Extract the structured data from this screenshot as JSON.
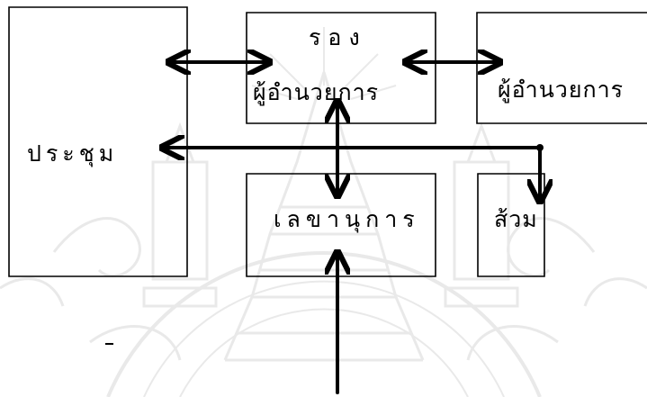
{
  "diagram": {
    "boxes": {
      "meeting": {
        "label": "ประชุม"
      },
      "deputy_director": {
        "label_line1": "รอง",
        "label_line2": "ผู้อำนวยการ"
      },
      "director": {
        "label": "ผู้อำนวยการ"
      },
      "secretary": {
        "label": "เลขานุการ"
      },
      "toilet": {
        "label": "ส้วม"
      }
    },
    "connections": [
      {
        "from": "meeting",
        "to": "deputy_director",
        "type": "bidirectional"
      },
      {
        "from": "deputy_director",
        "to": "director",
        "type": "bidirectional"
      },
      {
        "from": "deputy_director",
        "to": "secretary",
        "type": "bidirectional"
      },
      {
        "from": "junction",
        "to": "meeting",
        "type": "arrow"
      },
      {
        "from": "junction",
        "to": "toilet",
        "type": "arrow"
      },
      {
        "from": "entrance",
        "to": "secretary",
        "type": "arrow"
      }
    ],
    "colors": {
      "ink": "#000000",
      "paper": "#ffffff",
      "watermark": "#8a8a8a"
    }
  }
}
